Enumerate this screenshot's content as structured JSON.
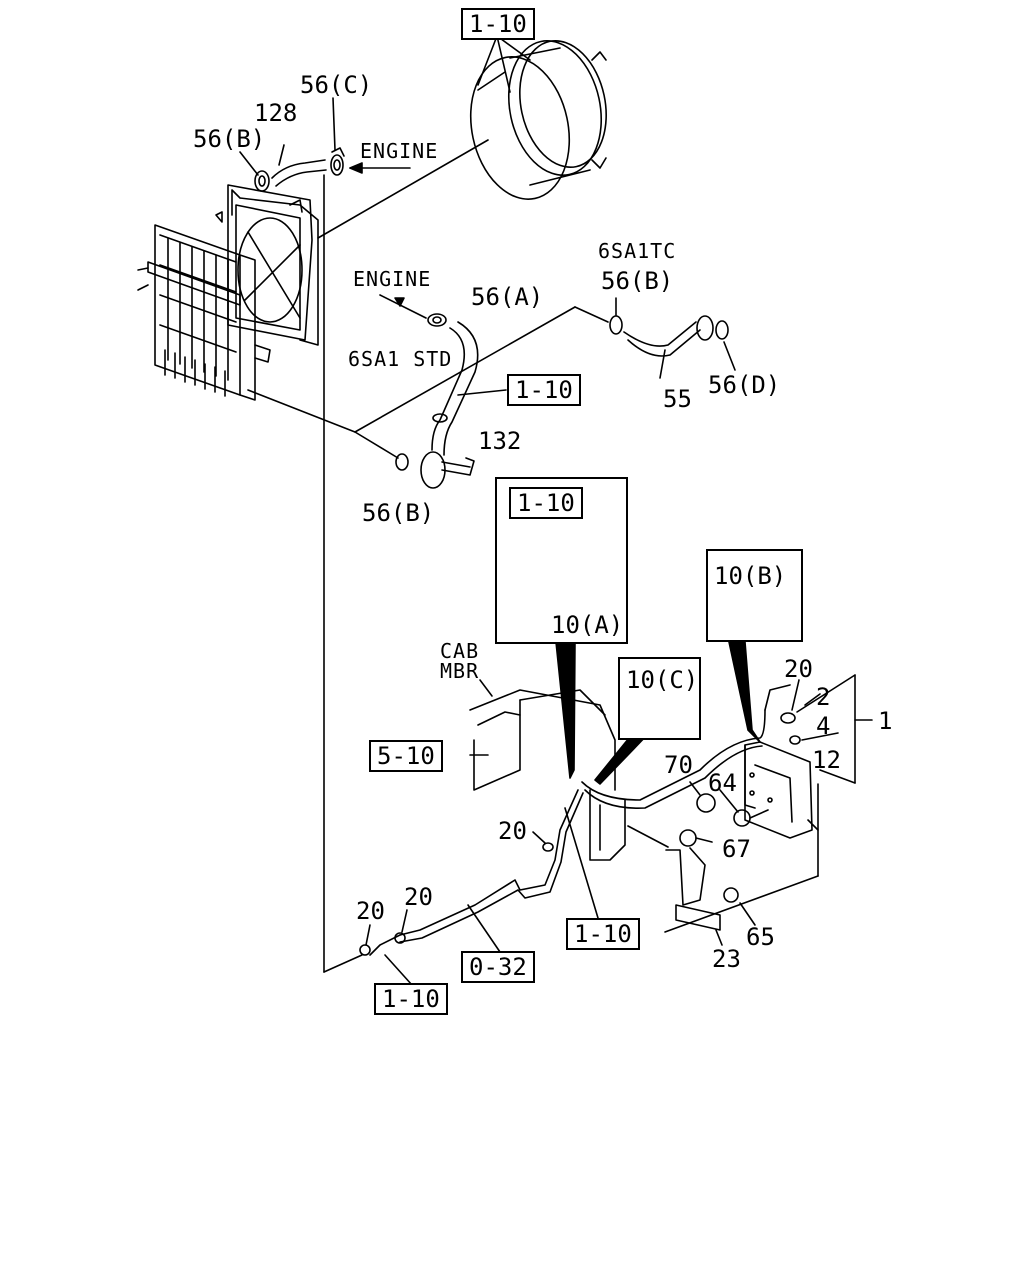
{
  "refs": {
    "top": "1-10",
    "mid": "1-10",
    "box_a": "1-10",
    "left": "5-10",
    "bottom_mid": "1-10",
    "bottom_right": "0-32",
    "bottom_left": "1-10"
  },
  "labels": {
    "p56c": "56(C)",
    "p128": "128",
    "p56b_top": "56(B)",
    "engine_top": "ENGINE",
    "engine_mid": "ENGINE",
    "p56a": "56(A)",
    "variant_tc": "6SA1TC",
    "p56b_right": "56(B)",
    "variant_std": "6SA1 STD",
    "p55": "55",
    "p56d": "56(D)",
    "p132": "132",
    "p56b_low": "56(B)",
    "p10a": "10(A)",
    "p10b": "10(B)",
    "p10c": "10(C)",
    "cab": "CAB",
    "mbr": "MBR",
    "p20_a": "20",
    "p2": "2",
    "p4": "4",
    "p1": "1",
    "p12": "12",
    "p70": "70",
    "p64": "64",
    "p67": "67",
    "p20_b": "20",
    "p20_c": "20",
    "p20_d": "20",
    "p65": "65",
    "p23": "23"
  },
  "colors": {
    "ink": "#000000",
    "paper": "#ffffff"
  }
}
